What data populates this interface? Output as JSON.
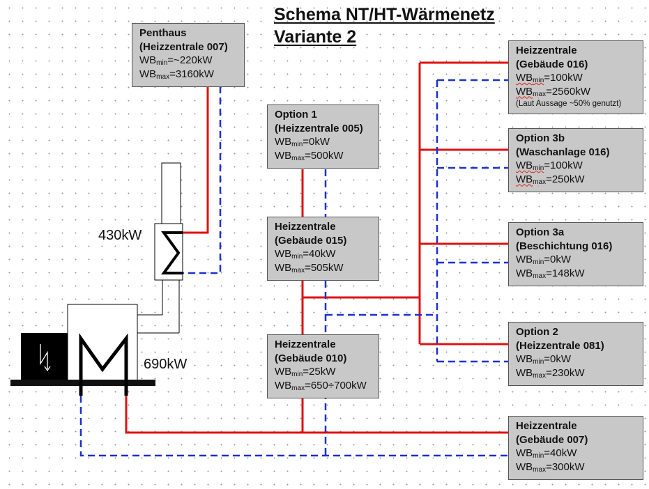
{
  "title": {
    "line1": "Schema NT/HT-Wärmenetz",
    "line2": "Variante 2"
  },
  "colors": {
    "hot_line": "#e01010",
    "cold_line": "#1a2fd0",
    "box_fill": "#c8c8c8"
  },
  "labels": {
    "heat_exchanger_power": "430kW",
    "main_unit_power": "690kW"
  },
  "boxes": {
    "penthaus": {
      "title": "Penthaus",
      "subtitle": "(Heizzentrale 007)",
      "wb_min_value": "=~220kW",
      "wb_max_value": "=3160kW"
    },
    "option1": {
      "title": "Option 1",
      "subtitle": "(Heizzentrale 005)",
      "wb_min_value": "=0kW",
      "wb_max_value": "=500kW"
    },
    "geb015": {
      "title": "Heizzentrale",
      "subtitle": "(Gebäude 015)",
      "wb_min_value": "=40kW",
      "wb_max_value": "=505kW"
    },
    "geb010": {
      "title": "Heizzentrale",
      "subtitle": "(Gebäude 010)",
      "wb_min_value": "=25kW",
      "wb_max_value": "=650÷700kW"
    },
    "geb016": {
      "title": "Heizzentrale",
      "subtitle": "(Gebäude 016)",
      "wb_min_value": "=100kW",
      "wb_max_value": "=2560kW",
      "note": "(Laut Aussage ~50% genutzt)"
    },
    "option3b": {
      "title": "Option 3b",
      "subtitle": "(Waschanlage 016)",
      "wb_min_value": "=100kW",
      "wb_max_value": "=250kW"
    },
    "option3a": {
      "title": "Option 3a",
      "subtitle": "(Beschichtung 016)",
      "wb_min_value": "=0kW",
      "wb_max_value": "=148kW"
    },
    "option2": {
      "title": "Option 2",
      "subtitle": "(Heizzentrale 081)",
      "wb_min_value": "=0kW",
      "wb_max_value": "=230kW"
    },
    "geb007": {
      "title": "Heizzentrale",
      "subtitle": "(Gebäude 007)",
      "wb_min_value": "=40kW",
      "wb_max_value": "=300kW"
    }
  },
  "wb_label": "WB",
  "sub_min": "min",
  "sub_max": "max"
}
